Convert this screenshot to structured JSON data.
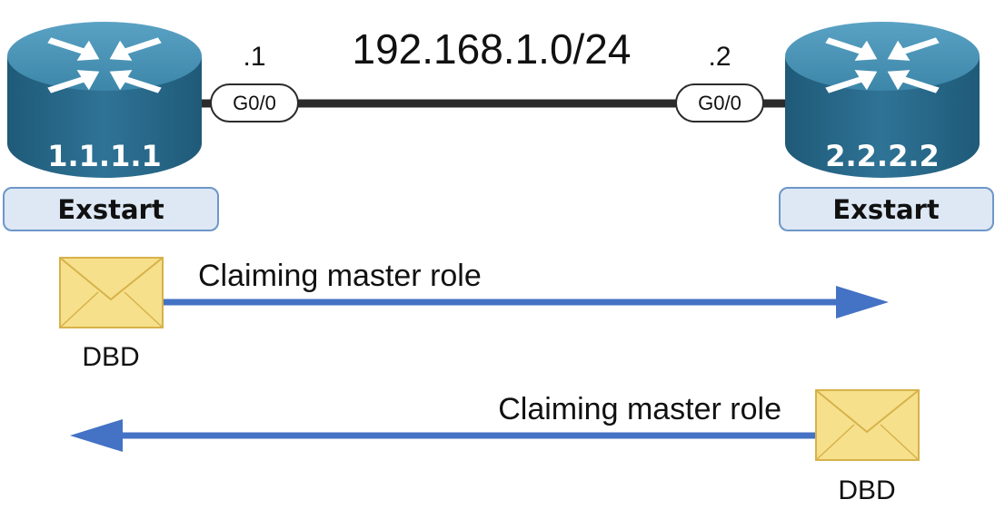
{
  "network": {
    "subnet": "192.168.1.0/24"
  },
  "routers": [
    {
      "router_id": "1.1.1.1",
      "ip_suffix": ".1",
      "interface": "G0/0",
      "state": "Exstart"
    },
    {
      "router_id": "2.2.2.2",
      "ip_suffix": ".2",
      "interface": "G0/0",
      "state": "Exstart"
    }
  ],
  "messages": [
    {
      "label": "Claiming master role",
      "packet": "DBD",
      "direction": "left-to-right"
    },
    {
      "label": "Claiming master role",
      "packet": "DBD",
      "direction": "right-to-left"
    }
  ],
  "colors": {
    "router_body": "#2f6f8f",
    "router_top": "#4a92b3",
    "link": "#2b2b2b",
    "arrow": "#4472c4",
    "state_fill": "#dde8f4",
    "state_border": "#6e96c9",
    "envelope_fill": "#f7e08c",
    "envelope_stroke": "#d6b24a"
  }
}
